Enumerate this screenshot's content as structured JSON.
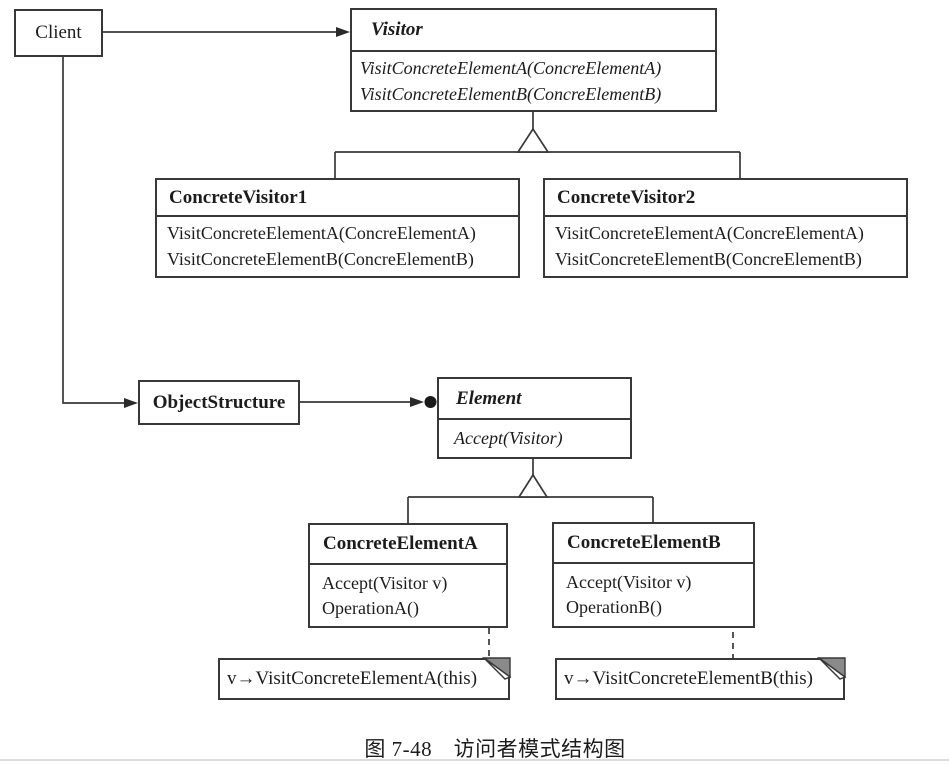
{
  "caption": "图 7-48　访问者模式结构图",
  "classes": {
    "client": {
      "name": "Client"
    },
    "visitor": {
      "name": "Visitor",
      "methods": [
        "VisitConcreteElementA(ConcreElementA)",
        "VisitConcreteElementB(ConcreElementB)"
      ]
    },
    "concreteVisitor1": {
      "name": "ConcreteVisitor1",
      "methods": [
        "VisitConcreteElementA(ConcreElementA)",
        "VisitConcreteElementB(ConcreElementB)"
      ]
    },
    "concreteVisitor2": {
      "name": "ConcreteVisitor2",
      "methods": [
        "VisitConcreteElementA(ConcreElementA)",
        "VisitConcreteElementB(ConcreElementB)"
      ]
    },
    "objectStructure": {
      "name": "ObjectStructure"
    },
    "element": {
      "name": "Element",
      "methods": [
        "Accept(Visitor)"
      ]
    },
    "concreteElementA": {
      "name": "ConcreteElementA",
      "methods": [
        "Accept(Visitor v)",
        "OperationA()"
      ]
    },
    "concreteElementB": {
      "name": "ConcreteElementB",
      "methods": [
        "Accept(Visitor v)",
        "OperationB()"
      ]
    }
  },
  "notes": {
    "noteA": "v→VisitConcreteElementA(this)",
    "noteB": "v→VisitConcreteElementB(this)"
  },
  "colors": {
    "line": "#383838",
    "note_fold": "#8a8a8a"
  }
}
